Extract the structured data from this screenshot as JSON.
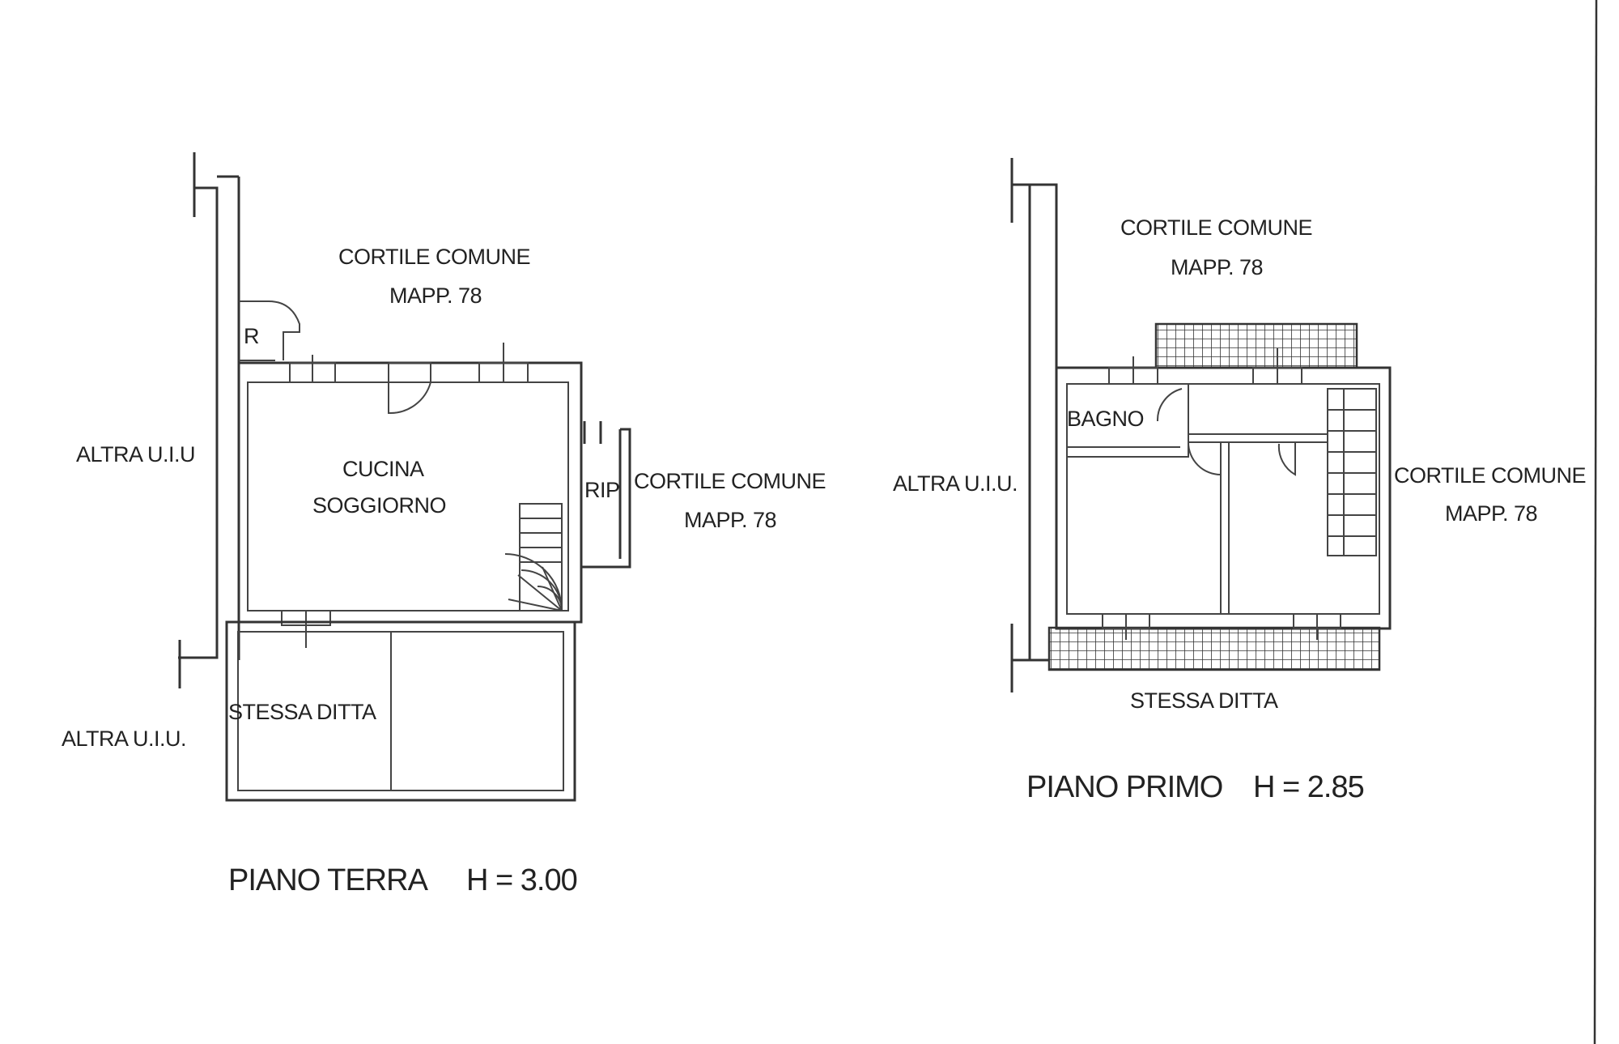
{
  "ground_floor": {
    "title": "PIANO TERRA",
    "height": "H = 3.00",
    "labels": {
      "court_top_1": "CORTILE COMUNE",
      "court_top_2": "MAPP. 78",
      "court_right_1": "CORTILE COMUNE",
      "court_right_2": "MAPP. 78",
      "other_unit_left": "ALTRA U.I.U",
      "other_unit_bottom": "ALTRA U.I.U.",
      "kitchen_1": "CUCINA",
      "kitchen_2": "SOGGIORNO",
      "same_owner": "STESSA DITTA",
      "storage": "RIP",
      "r_room": "R"
    }
  },
  "first_floor": {
    "title": "PIANO PRIMO",
    "height": "H = 2.85",
    "labels": {
      "court_top_1": "CORTILE COMUNE",
      "court_top_2": "MAPP. 78",
      "court_right_1": "CORTILE COMUNE",
      "court_right_2": "MAPP. 78",
      "other_unit_left": "ALTRA U.I.U.",
      "bathroom": "BAGNO",
      "same_owner": "STESSA DITTA"
    }
  },
  "colors": {
    "line": "#333333",
    "text": "#222222",
    "paper": "#ffffff"
  }
}
